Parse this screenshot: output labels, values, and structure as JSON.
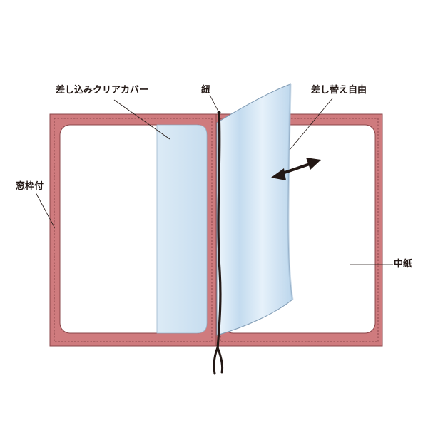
{
  "labels": {
    "clear_cover": "差し込みクリアカバー",
    "cord": "紐",
    "replaceable": "差し替え自由",
    "window_frame": "窓枠付",
    "inner_paper": "中紙"
  },
  "colors": {
    "cover_pink": "#cf7b7e",
    "stitch": "#7a3a3c",
    "paper": "#ffffff",
    "clear_sheet": "#cfe3f3",
    "cord": "#231815",
    "leader_line": "#231815"
  }
}
